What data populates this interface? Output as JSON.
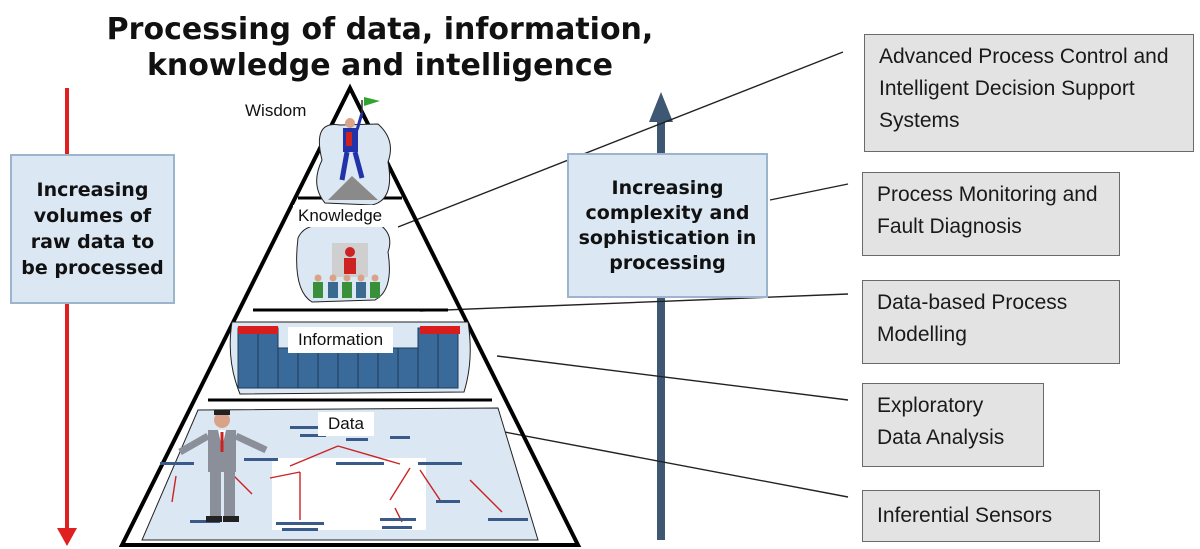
{
  "title": "Processing of data, information, knowledge and intelligence",
  "left_box": "Increasing volumes of raw data to be processed",
  "center_box": "Increasing complexity and sophistication in processing",
  "pyramid_levels": {
    "wisdom": "Wisdom",
    "knowledge": "Knowledge",
    "information": "Information",
    "data": "Data"
  },
  "right_boxes": [
    "Advanced Process Control and Intelligent Decision Support Systems",
    "Process Monitoring and Fault Diagnosis",
    "Data-based Process Modelling",
    "Exploratory Data Analysis",
    "Inferential Sensors"
  ],
  "colors": {
    "down_arrow": "#e02020",
    "up_arrow": "#3e5873",
    "panel_fill": "#dbe7f3",
    "box_fill": "#e3e3e3"
  }
}
